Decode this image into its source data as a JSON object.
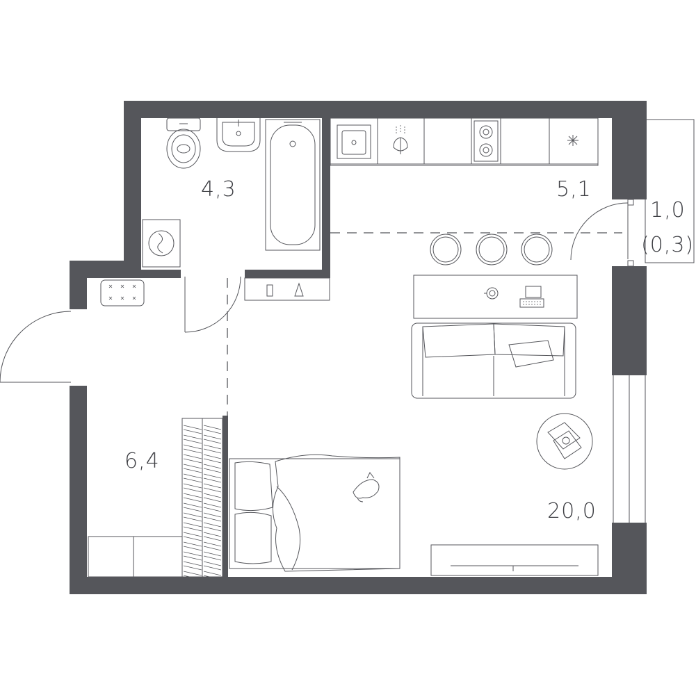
{
  "rooms": {
    "bathroom": {
      "area": "4,3"
    },
    "kitchen": {
      "area": "5,1"
    },
    "balcony": {
      "area": "1,0",
      "area_reduced": "(0,3)"
    },
    "hallway": {
      "area": "6,4"
    },
    "living": {
      "area": "20,0"
    }
  },
  "colors": {
    "wall": "#55565b",
    "line": "#55565b",
    "text": "#3e3f44",
    "background": "#ffffff"
  }
}
